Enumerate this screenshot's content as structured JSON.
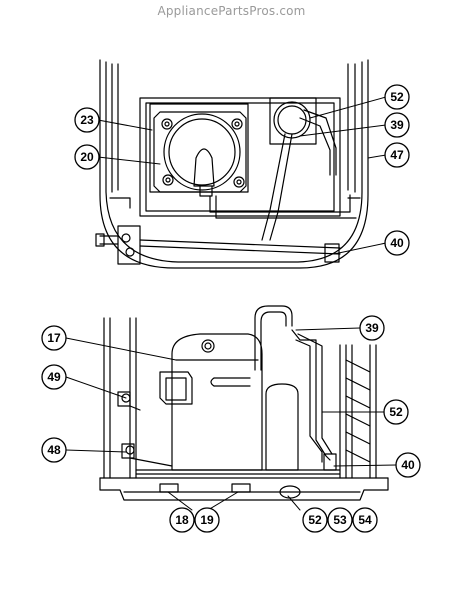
{
  "watermark": "AppliancePartsPros.com",
  "top_view": {
    "callouts": [
      {
        "id": "c23",
        "label": "23"
      },
      {
        "id": "c20",
        "label": "20"
      },
      {
        "id": "c52",
        "label": "52"
      },
      {
        "id": "c39",
        "label": "39"
      },
      {
        "id": "c47",
        "label": "47"
      },
      {
        "id": "c40",
        "label": "40"
      }
    ]
  },
  "side_view": {
    "callouts": [
      {
        "id": "c17",
        "label": "17"
      },
      {
        "id": "c49",
        "label": "49"
      },
      {
        "id": "c48",
        "label": "48"
      },
      {
        "id": "c39",
        "label": "39"
      },
      {
        "id": "c52",
        "label": "52"
      },
      {
        "id": "c40",
        "label": "40"
      },
      {
        "id": "c18",
        "label": "18"
      },
      {
        "id": "c19",
        "label": "19"
      },
      {
        "id": "c52b",
        "label": "52"
      },
      {
        "id": "c53",
        "label": "53"
      },
      {
        "id": "c54",
        "label": "54"
      }
    ]
  }
}
